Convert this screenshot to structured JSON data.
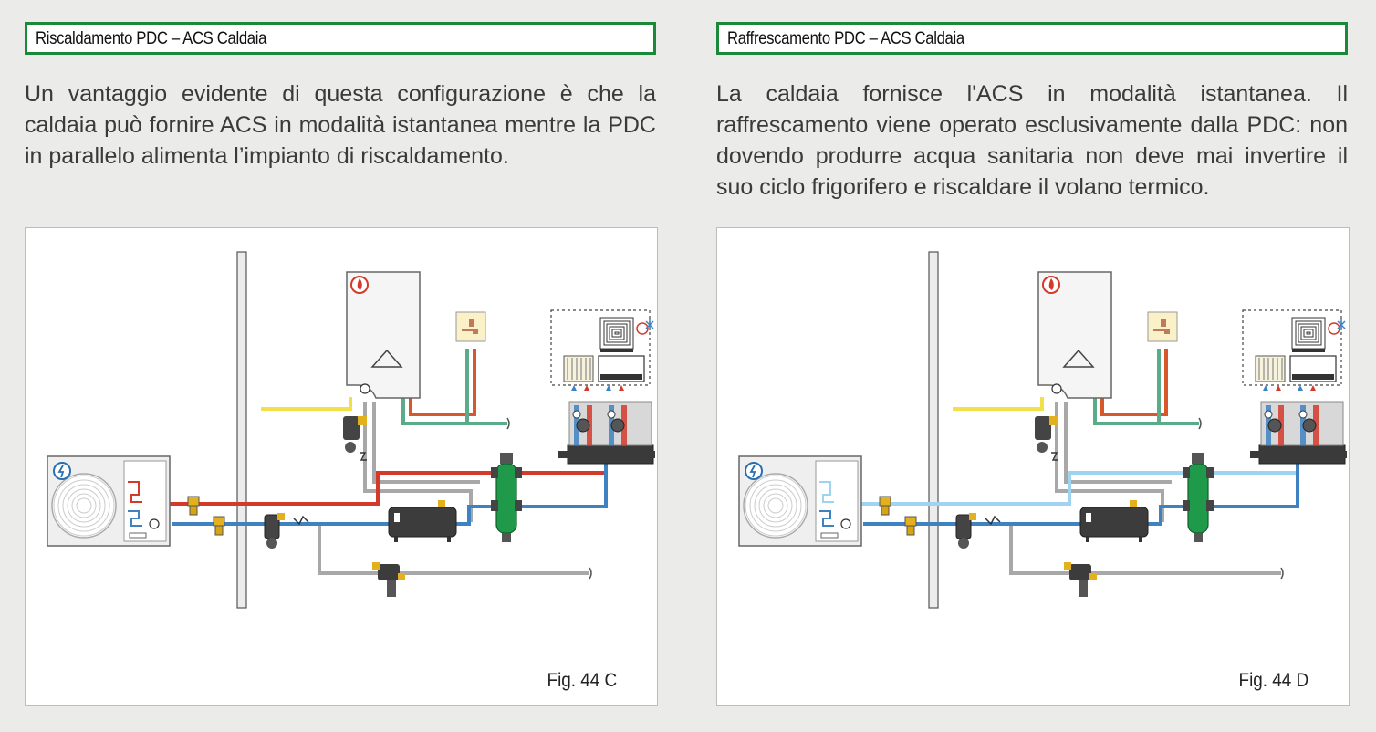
{
  "left": {
    "title": "Riscaldamento PDC – ACS Caldaia",
    "paragraph": "Un vantaggio evidente di questa configurazione è che la caldaia può fornire ACS in modalità istantanea mentre la PDC in parallelo alimenta l’impianto di riscaldamento.",
    "figure_caption": "Fig. 44 C",
    "pipe_hot_color": "#d33a2c",
    "pipe_cold_color": "#3f82c2"
  },
  "right": {
    "title": "Raffrescamento PDC – ACS Caldaia",
    "paragraph": "La caldaia fornisce l'ACS in modalità istantanea. Il raffrescamento viene operato esclusivamente dalla PDC: non dovendo produrre acqua sanitaria non deve mai invertire il suo ciclo frigorifero e riscaldare il volano termico.",
    "figure_caption": "Fig. 44 D",
    "pipe_hot_color": "#9fd4f0",
    "pipe_cold_color": "#3f82c2"
  },
  "colors": {
    "header_border": "#1a8a3a",
    "gas_pipe": "#f2e04a",
    "dhw_hot_pipe": "#d9582b",
    "dhw_cold_pipe": "#5aab88",
    "drain_pipe": "#a8a8a8",
    "hydraulic_separator": "#1f9a4a"
  },
  "icons": [
    "heat-pump-icon",
    "fan-icon",
    "boiler-icon",
    "flame-icon",
    "tap-icon",
    "floor-heating-icon",
    "snowflake-icon",
    "radiator-icon",
    "fan-coil-icon",
    "manifold-icon",
    "hydraulic-separator-icon",
    "buffer-tank-icon",
    "valve-icon",
    "filter-icon",
    "check-valve-icon",
    "expansion-group-icon"
  ]
}
